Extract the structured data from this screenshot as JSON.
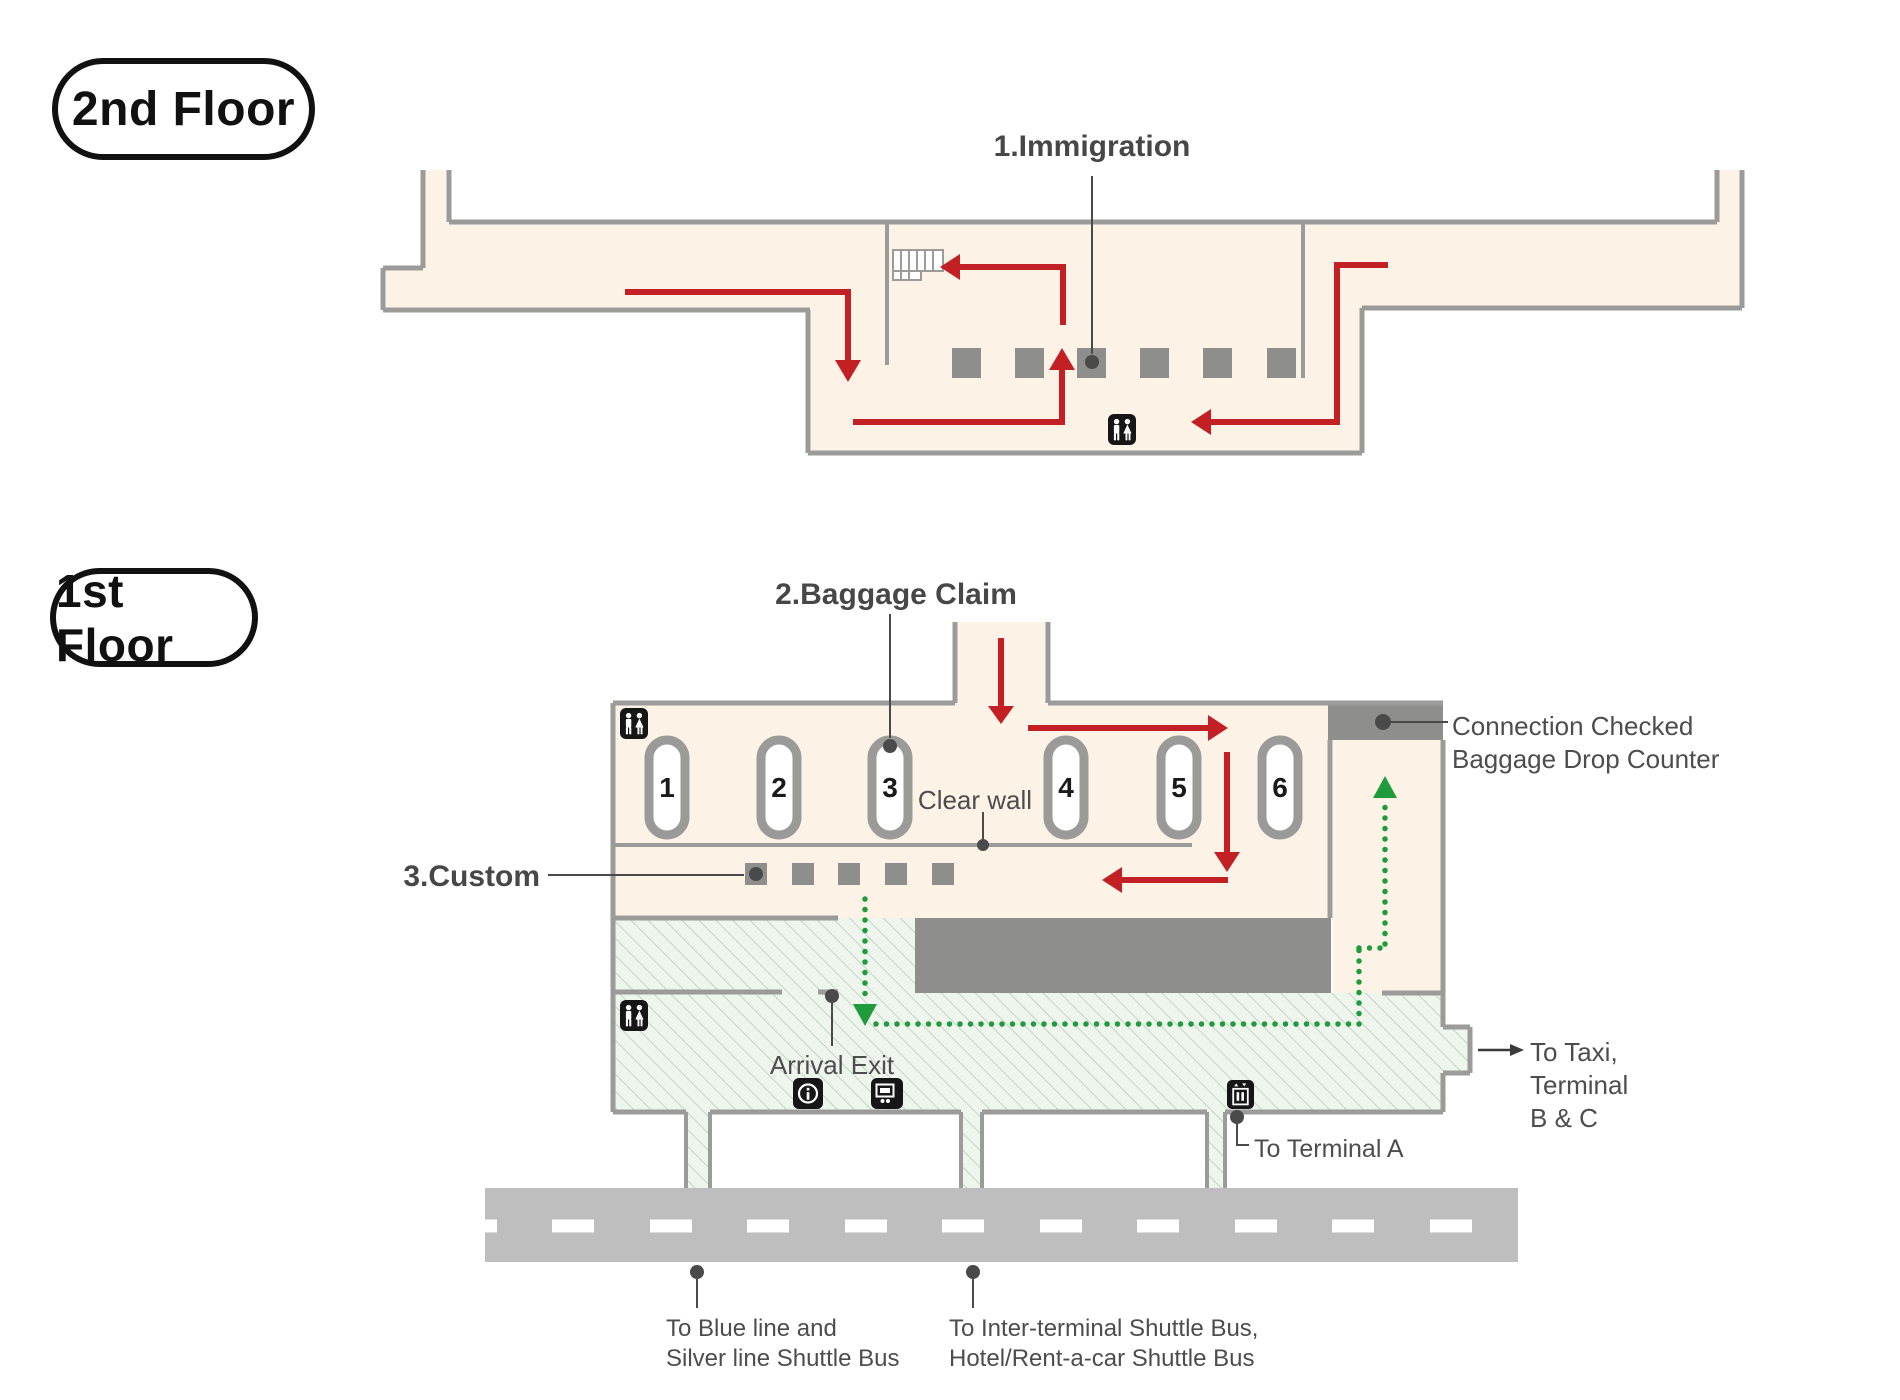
{
  "title": "Airport terminal arrival route floor map",
  "second_floor": {
    "pill": "2nd Floor",
    "labels": {
      "immigration": "1.Immigration"
    }
  },
  "first_floor": {
    "pill": "1st Floor",
    "labels": {
      "baggage_claim": "2.Baggage Claim",
      "custom": "3.Custom",
      "clear_wall": "Clear wall",
      "arrival_exit": "Arrival Exit",
      "connection_counter": [
        "Connection Checked",
        "Baggage Drop Counter"
      ],
      "taxi": [
        "To Taxi,",
        "Terminal",
        "B & C"
      ],
      "terminal_a": "To Terminal A",
      "bus_blue_silver": [
        "To Blue line and",
        "Silver line Shuttle Bus"
      ],
      "bus_interterminal": [
        "To Inter-terminal Shuttle Bus,",
        "Hotel/Rent-a-car Shuttle Bus"
      ]
    },
    "carousels": [
      "1",
      "2",
      "3",
      "4",
      "5",
      "6"
    ]
  },
  "icons": {
    "restroom": "restroom-icon",
    "stairs": "stairs-icon",
    "information": "information-icon",
    "ticket_machine": "ticket-machine-icon",
    "elevator": "elevator-icon"
  },
  "colors": {
    "floor_fill": "#FCF3E6",
    "wall_gray": "#9B9B99",
    "block_gray": "#8E8E8C",
    "road_gray": "#BEBEBE",
    "route_red": "#C32026",
    "route_green": "#1F9B3C",
    "hatch_bg": "#EDF5ED",
    "hatch_line": "#C5D4C5",
    "label_gray": "#4A4A4A",
    "icon_black": "#161616"
  }
}
